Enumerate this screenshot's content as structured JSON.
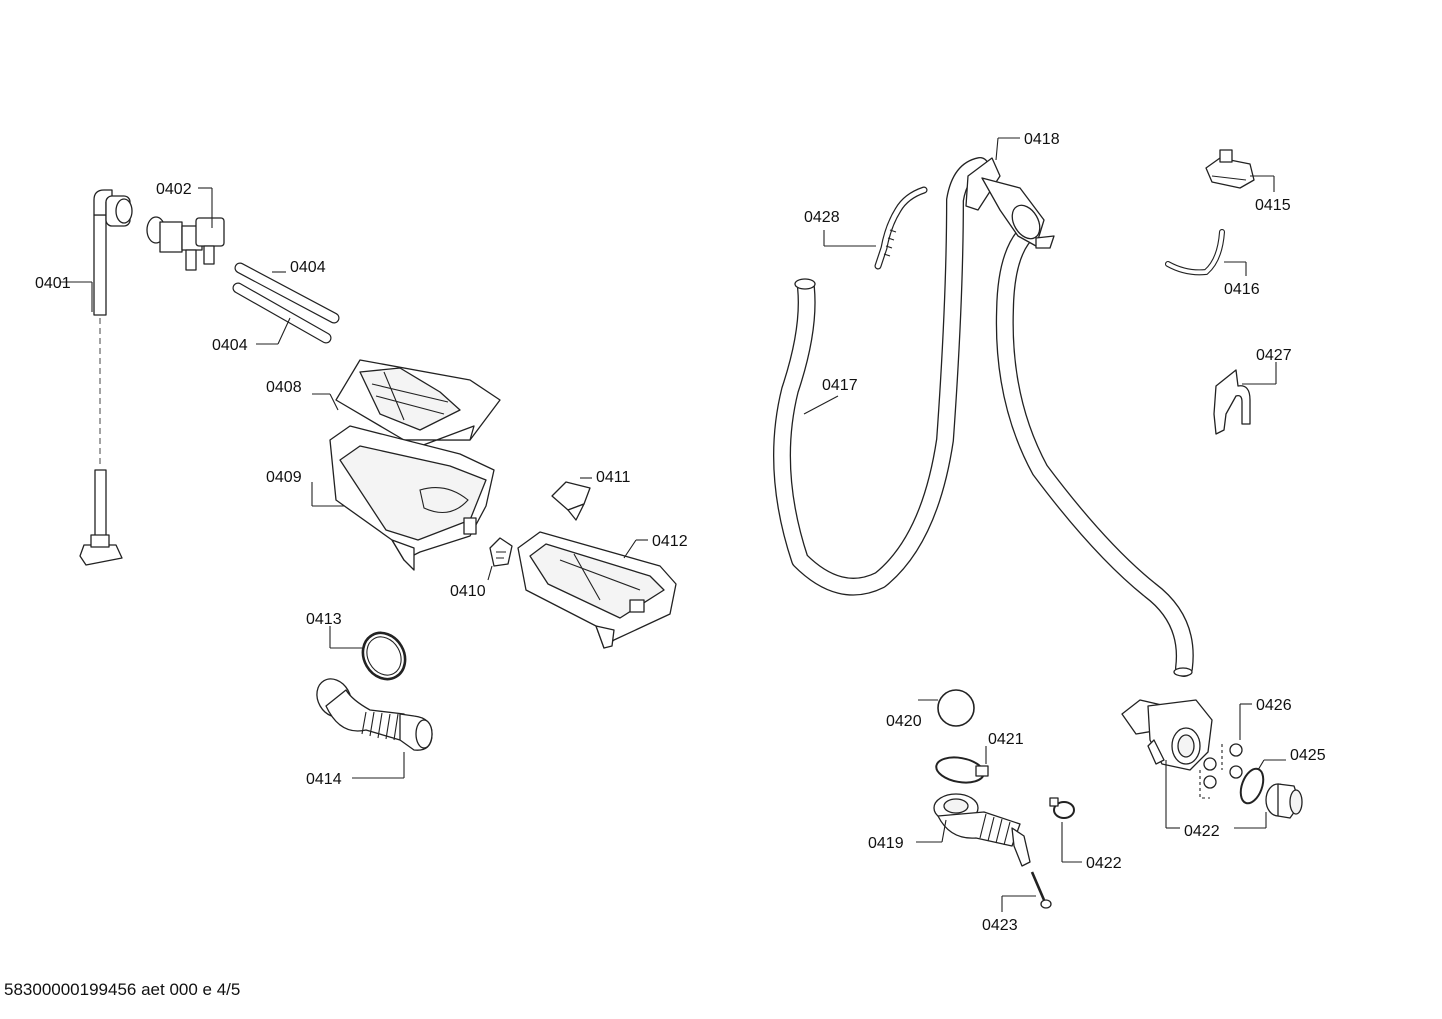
{
  "parts": {
    "p0401": "0401",
    "p0402": "0402",
    "p0404a": "0404",
    "p0404b": "0404",
    "p0408": "0408",
    "p0409": "0409",
    "p0410": "0410",
    "p0411": "0411",
    "p0412": "0412",
    "p0413": "0413",
    "p0414": "0414",
    "p0415": "0415",
    "p0416": "0416",
    "p0417": "0417",
    "p0418": "0418",
    "p0419": "0419",
    "p0420": "0420",
    "p0421": "0421",
    "p0422a": "0422",
    "p0422b": "0422",
    "p0423": "0423",
    "p0425": "0425",
    "p0426": "0426",
    "p0427": "0427",
    "p0428": "0428"
  },
  "footer": "58300000199456 aet 000 e 4/5"
}
